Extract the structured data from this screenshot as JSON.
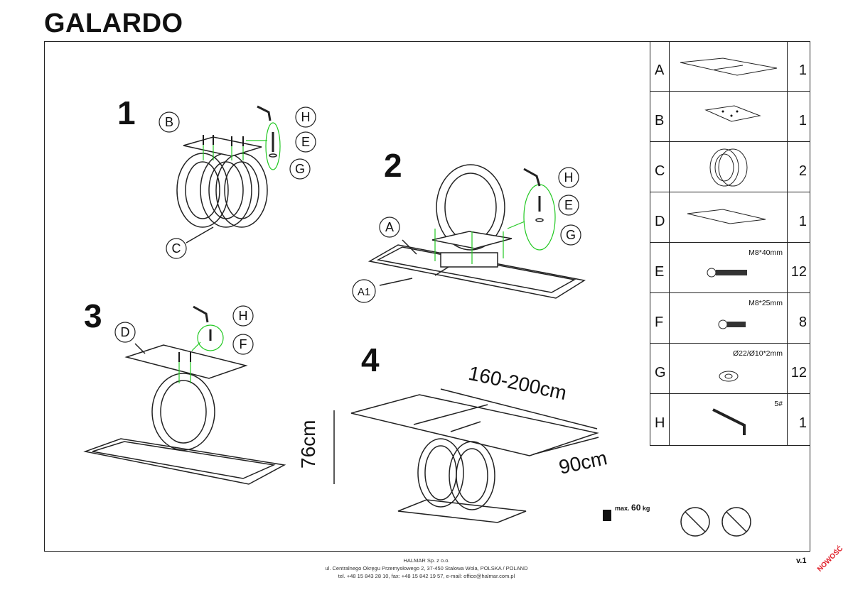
{
  "document": {
    "title": "GALARDO",
    "version": "v.1",
    "badge": "NOWOŚĆ"
  },
  "steps": [
    "1",
    "2",
    "3",
    "4"
  ],
  "dimensions": {
    "length": "160-200cm",
    "width": "90cm",
    "height": "76cm"
  },
  "callouts": {
    "step1": [
      "B",
      "H",
      "E",
      "G",
      "C"
    ],
    "step2": [
      "H",
      "E",
      "A",
      "G",
      "A1"
    ],
    "step3": [
      "H",
      "D",
      "F"
    ]
  },
  "parts": [
    {
      "letter": "A",
      "spec": "",
      "qty": "1",
      "icon": "tabletop-icon"
    },
    {
      "letter": "B",
      "spec": "",
      "qty": "1",
      "icon": "mounting-plate-icon"
    },
    {
      "letter": "C",
      "spec": "",
      "qty": "2",
      "icon": "ring-leg-icon"
    },
    {
      "letter": "D",
      "spec": "",
      "qty": "1",
      "icon": "base-plate-icon"
    },
    {
      "letter": "E",
      "spec": "M8*40mm",
      "qty": "12",
      "icon": "long-bolt-icon"
    },
    {
      "letter": "F",
      "spec": "M8*25mm",
      "qty": "8",
      "icon": "short-bolt-icon"
    },
    {
      "letter": "G",
      "spec": "Ø22/Ø10*2mm",
      "qty": "12",
      "icon": "washer-icon"
    },
    {
      "letter": "H",
      "spec": "5#",
      "qty": "1",
      "icon": "allen-key-icon"
    }
  ],
  "max_load": {
    "label": "max.",
    "value": "60",
    "unit": "kg"
  },
  "footer": {
    "company": "HALMAR Sp. z o.o.",
    "address": "ul. Centralnego Okręgu Przemysłowego 2, 37-450 Stalowa Wola, POLSKA / POLAND",
    "contact": "tel. +48 15 843 28 10, fax: +48 15 842 19 57, e-mail: office@halmar.com.pl"
  }
}
